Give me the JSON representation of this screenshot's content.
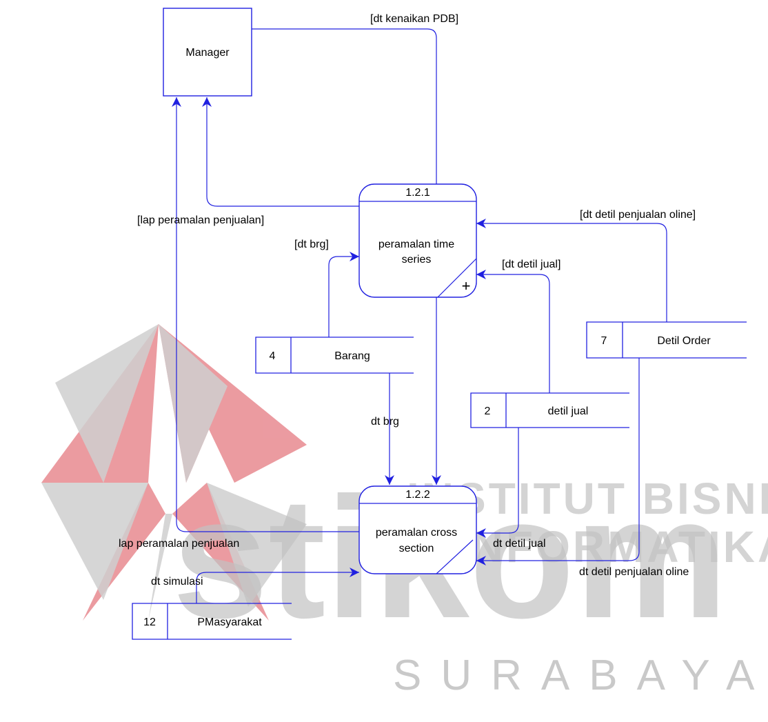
{
  "watermark": {
    "line1": "INSTITUT BISNIS",
    "line2": "& INFORMATIKA",
    "brand": "stikom",
    "city": "SURABAYA",
    "color_red": "#e07b82",
    "color_gray": "#c9c9c9"
  },
  "colors": {
    "line": "#2020e0",
    "text": "#000000"
  },
  "entities": {
    "manager": "Manager"
  },
  "processes": {
    "p121": {
      "id": "1.2.1",
      "name_line1": "peramalan time",
      "name_line2": "series",
      "marker": "+"
    },
    "p122": {
      "id": "1.2.2",
      "name_line1": "peramalan cross",
      "name_line2": "section"
    }
  },
  "stores": {
    "barang": {
      "num": "4",
      "name": "Barang"
    },
    "detil_order": {
      "num": "7",
      "name": "Detil Order"
    },
    "detil_jual": {
      "num": "2",
      "name": "detil jual"
    },
    "pmasyarakat": {
      "num": "12",
      "name": "PMasyarakat"
    }
  },
  "flows": {
    "dt_kenaikan_pdb": "[dt kenaikan PDB]",
    "lap_peramalan_1": "[lap peramalan penjualan]",
    "dt_brg_1": "[dt brg]",
    "dt_detil_penjualan_oline_1": "[dt detil penjualan oline]",
    "dt_detil_jual_1": "[dt detil jual]",
    "dt_brg_2": "dt brg",
    "lap_peramalan_2": "lap peramalan penjualan",
    "dt_detil_jual_2": "dt detil jual",
    "dt_simulasi": "dt simulasi",
    "dt_detil_penjualan_oline_2": "dt detil penjualan oline"
  }
}
